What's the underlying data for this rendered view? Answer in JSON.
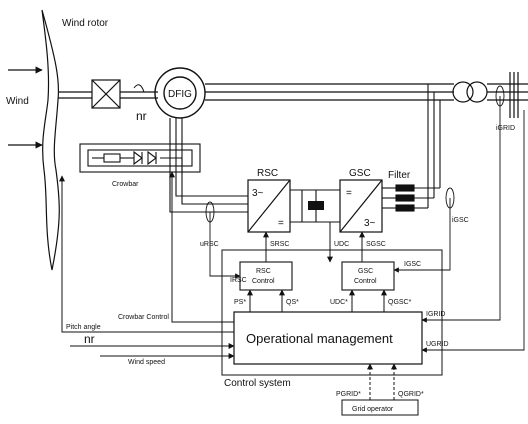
{
  "labels": {
    "wind_rotor": "Wind rotor",
    "wind": "Wind",
    "nr_rotor": "nr",
    "dfig": "DFIG",
    "crowbar": "Crowbar",
    "rsc": "RSC",
    "gsc": "GSC",
    "filter": "Filter",
    "rsc_symbol_ac": "3~",
    "rsc_symbol_dc": "=",
    "gsc_symbol_dc": "=",
    "gsc_symbol_ac": "3~",
    "s_rsc": "SRSC",
    "u_dc": "UDC",
    "s_gsc": "SGSC",
    "i_rsc": "IRSC",
    "i_gsc": "IGSC",
    "rsc_control_1": "RSC",
    "rsc_control_2": "Control",
    "gsc_control_1": "GSC",
    "gsc_control_2": "Control",
    "ps_ref": "PS*",
    "qs_ref": "QS*",
    "udc_ref": "UDC*",
    "qgsc_ref": "QGSC*",
    "i_grid": "IGRID",
    "u_grid": "UGRID",
    "pitch_angle": "Pitch angle",
    "crowbar_control": "Crowbar Control",
    "nr_input": "nr",
    "wind_speed": "Wind speed",
    "operational_management": "Operational management",
    "control_system": "Control system",
    "p_grid_ref": "PGRID*",
    "q_grid_ref": "QGRID*",
    "grid_operator": "Grid operator",
    "sensor_small_1": "uRSC",
    "sensor_small_2": "iRSC",
    "sensor_small_3": "iGSC",
    "sensor_small_4": "iGRID",
    "sensor_small_5": "uGRID"
  },
  "colors": {
    "line": "#111111",
    "background": "#ffffff"
  }
}
